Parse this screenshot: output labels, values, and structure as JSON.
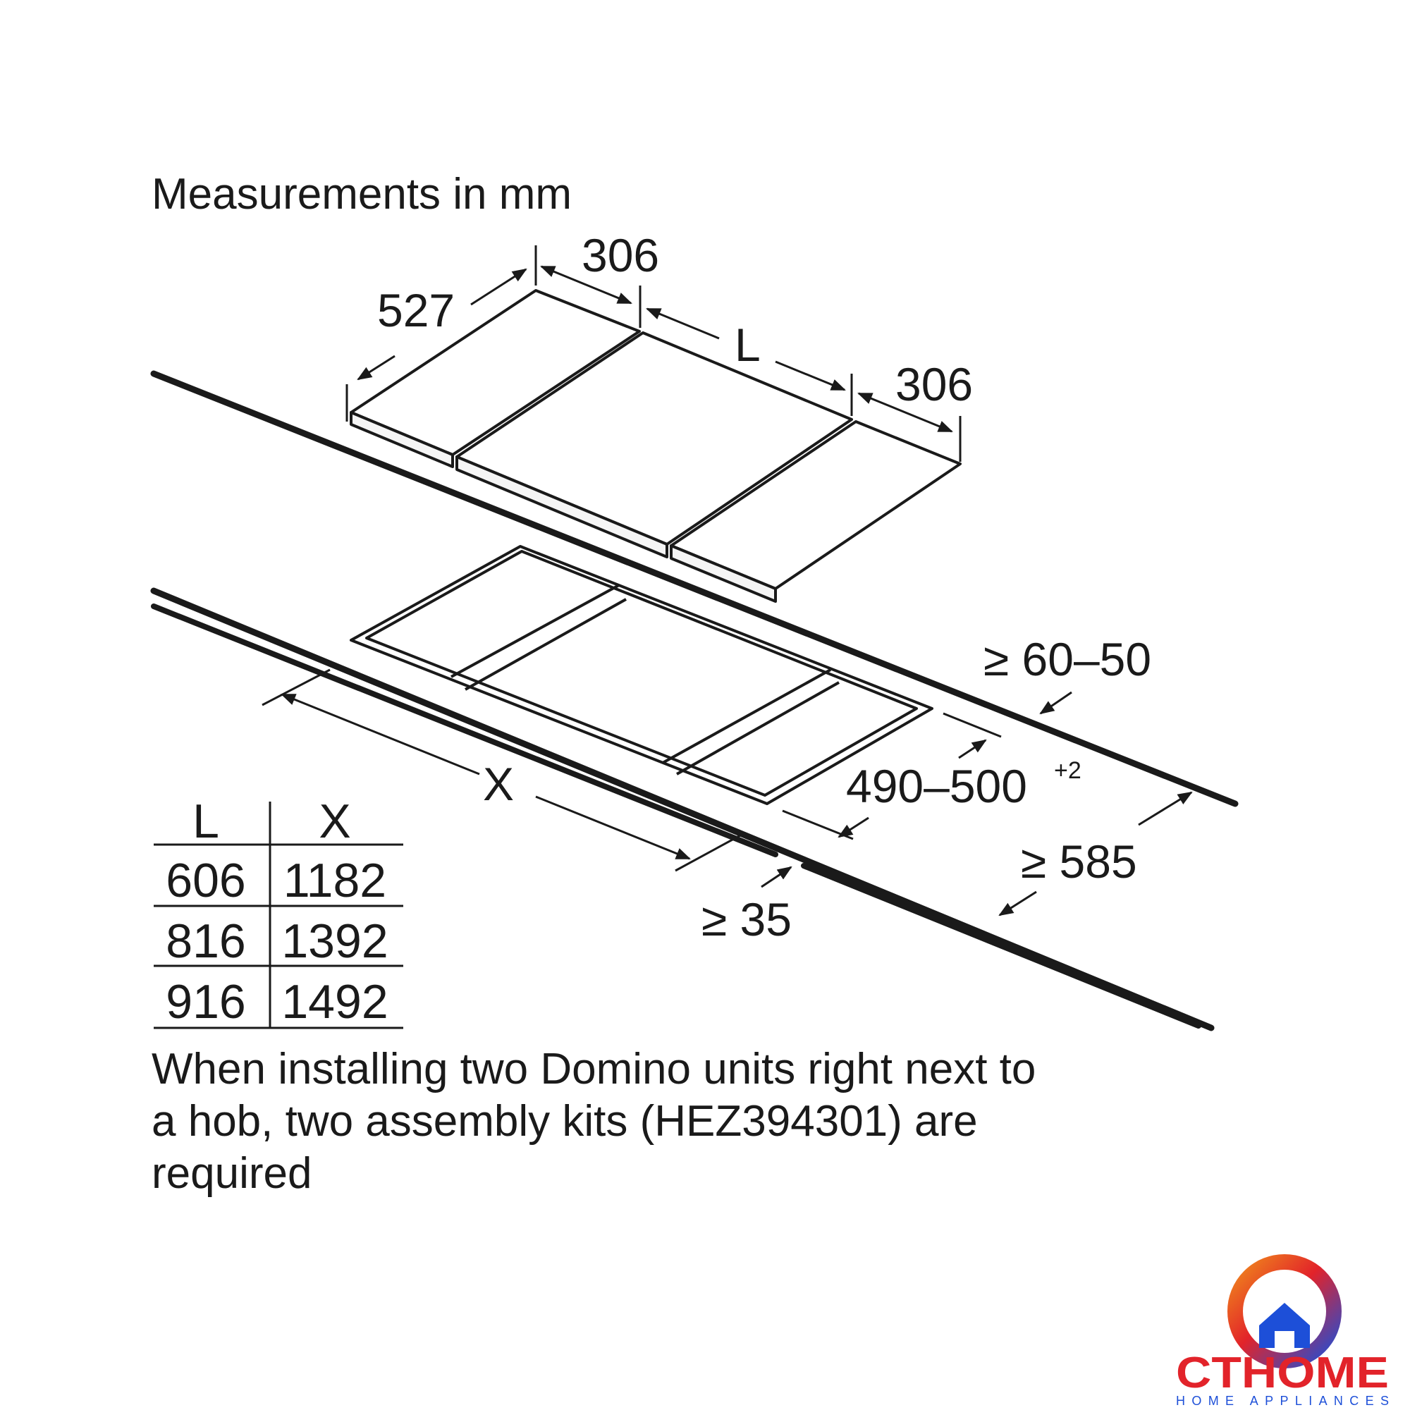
{
  "title": "Measurements in mm",
  "dimensions": {
    "depth": "527",
    "left_width": "306",
    "middle_width": "L",
    "right_width": "306",
    "rear_gap": "≥ 60–50",
    "cutout_depth": "490–500",
    "cutout_depth_tolerance": "+2",
    "cutout_length": "X",
    "worktop_depth": "≥ 585",
    "front_gap": "≥ 35"
  },
  "table": {
    "headers": [
      "L",
      "X"
    ],
    "rows": [
      [
        "606",
        "1182"
      ],
      [
        "816",
        "1392"
      ],
      [
        "916",
        "1492"
      ]
    ]
  },
  "note": {
    "lines": [
      "When installing two Domino units right next to",
      "a hob, two assembly kits (HEZ394301) are",
      "required"
    ]
  },
  "logo": {
    "name": "CTHOME",
    "tagline": "HOME APPLIANCES",
    "colors": {
      "red": "#e2232a",
      "blue": "#1d4fd8",
      "orange": "#f08a1c"
    }
  }
}
